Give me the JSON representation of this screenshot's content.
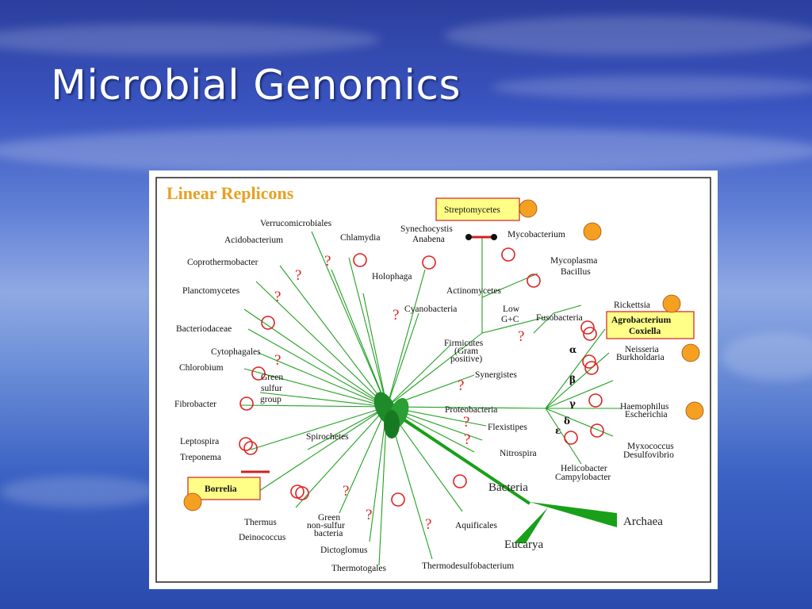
{
  "slide": {
    "title": "Microbial Genomics"
  },
  "figure": {
    "heading": "Linear Replicons",
    "colors": {
      "heading": "#e8a020",
      "branch": "#22a022",
      "question": "#e02020",
      "ring": "#e02020",
      "dot": "#f5a020",
      "box_fill": "#ffff88",
      "box_border": "#d02020",
      "domain_tree": "#18a018"
    },
    "center_icon": "green-leaf-icon",
    "labels": {
      "verrucomicrobiales": "Verrucomicrobiales",
      "acidobacterium": "Acidobacterium",
      "chlamydia": "Chlamydia",
      "synechocystis": "Synechocystis",
      "anabena": "Anabena",
      "streptomycetes": "Streptomycetes",
      "mycobacterium": "Mycobacterium",
      "coprothermobacter": "Coprothermobacter",
      "holophaga": "Holophaga",
      "mycoplasma": "Mycoplasma",
      "bacillus": "Bacillus",
      "planctomycetes": "Planctomycetes",
      "actinomycetes": "Actinomycetes",
      "cyanobacteria": "Cyanobacteria",
      "low": "Low",
      "gc": "G+C",
      "fusobacteria": "Fusobacteria",
      "rickettsia": "Rickettsia",
      "agrobacterium": "Agrobacterium",
      "coxiella": "Coxiella",
      "bacteriodaceae": "Bacteriodaceae",
      "firmicutes": "Firmicutes",
      "gram": "(Gram",
      "positive": "positive)",
      "neisseria": "Neisseria",
      "burkholdaria": "Burkholdaria",
      "cytophagales": "Cytophagales",
      "chlorobium": "Chlorobium",
      "green": "Green",
      "sulfur": "sulfur",
      "group": "group",
      "synergistes": "Synergistes",
      "fibrobacter": "Fibrobacter",
      "proteobacteria": "Proteobacteria",
      "haemophilus": "Haemophilus",
      "escherichia": "Escherichia",
      "leptospira": "Leptospira",
      "treponema": "Treponema",
      "spirochetes": "Spirochetes",
      "flexistipes": "Flexistipes",
      "myxococcus": "Myxococcus",
      "desulfovibrio": "Desulfovibrio",
      "nitrospira": "Nitrospira",
      "helicobacter": "Helicobacter",
      "campylobacter": "Campylobacter",
      "borrelia": "Borrelia",
      "bacteria": "Bacteria",
      "archaea": "Archaea",
      "eucarya": "Eucarya",
      "thermus": "Thermus",
      "deinococcus": "Deinococcus",
      "green_ns": "Green",
      "non_sulfur": "non-sulfur",
      "bacteria_small": "bacteria",
      "aquificales": "Aquificales",
      "dictoglomus": "Dictoglomus",
      "thermotogales": "Thermotogales",
      "thermodesulfobacterium": "Thermodesulfobacterium",
      "question": "?",
      "alpha": "α",
      "beta": "β",
      "gamma": "γ",
      "delta": "δ",
      "epsilon": "ε"
    }
  }
}
